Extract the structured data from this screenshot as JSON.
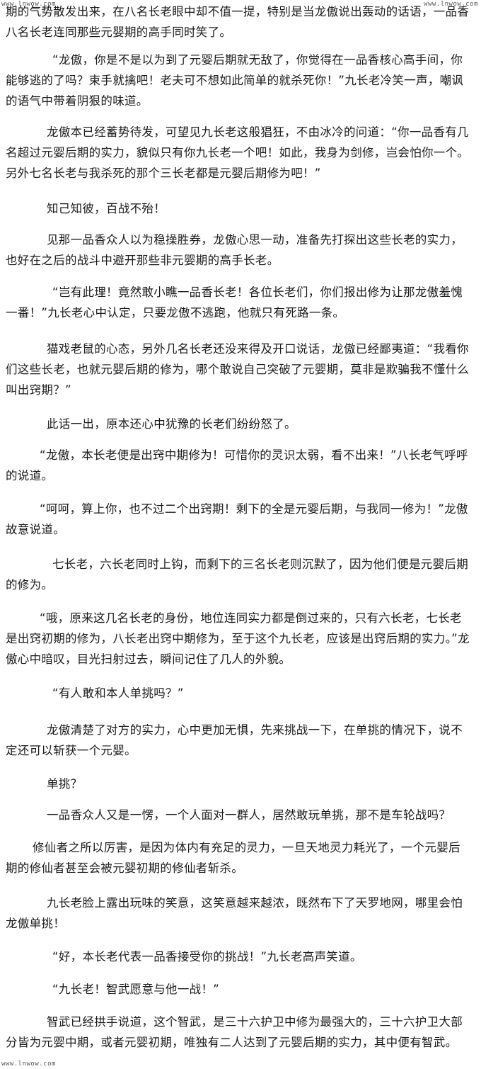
{
  "watermark": {
    "top_left": "www.lnwow.com",
    "top_right": "www.lnwow.com",
    "bottom_left": "www.lnwow.com"
  },
  "paragraphs": [
    "期的气势散发出来，在八名长老眼中却不值一提，特别是当龙傲说出轰动的话语，一品香八名长老连同那些元婴期的高手同时笑了。",
    "“龙傲，你是不是以为到了元婴后期就无敌了，你觉得在一品香核心高手间，你能够逃的了吗？束手就擒吧！老夫可不想如此简单的就杀死你！”九长老冷笑一声，嘲讽的语气中带着阴狠的味道。",
    "龙傲本已经蓄势待发，可望见九长老这般猖狂，不由冰冷的问道：“你一品香有几名超过元婴后期的实力，貌似只有你九长老一个吧！如此，我身为剑修，岂会怕你一个。另外七名长老与我杀死的那个三长老都是元婴后期修为吧！”",
    "知己知彼，百战不殆！",
    "见那一品香众人以为稳操胜券，龙傲心思一动，准备先打探出这些长老的实力，也好在之后的战斗中避开那些非元婴期的高手长老。",
    "“岂有此理！竟然敢小瞧一品香长老！各位长老们，你们报出修为让那龙傲羞愧一番！”九长老心中认定，只要龙傲不逃跑，他就只有死路一条。",
    "猫戏老鼠的心态，另外几名长老还没来得及开口说话，龙傲已经鄙夷道：“我看你们这些长老，也就元婴后期的修为，哪个敢说自己突破了元婴期，莫非是欺骗我不懂什么叫出窍期？”",
    "此话一出，原本还心中犹豫的长老们纷纷怒了。",
    "“龙傲，本长老便是出窍中期修为！可惜你的灵识太弱，看不出来！”八长老气呼呼的说道。",
    "“呵呵，算上你，也不过二个出窍期！剩下的全是元婴后期，与我同一修为！”龙傲故意说道。",
    "七长老，六长老同时上钩，而剩下的三名长老则沉默了，因为他们便是元婴后期的修为。",
    "“哦，原来这几名长老的身份，地位连同实力都是倒过来的，只有六长老，七长老是出窍初期的修为，八长老出窍中期修为，至于这个九长老，应该是出窍后期的实力。”龙傲心中暗叹，目光扫射过去，瞬间记住了几人的外貌。",
    "“有人敢和本人单挑吗？”",
    "龙傲清楚了对方的实力，心中更加无惧，先来挑战一下，在单挑的情况下，说不定还可以斩获一个元婴。",
    "单挑？",
    "一品香众人又是一愣，一个人面对一群人，居然敢玩单挑，那不是车轮战吗？",
    "修仙者之所以厉害，是因为体内有充足的灵力，一旦天地灵力耗光了，一个元婴后期的修仙者甚至会被元婴初期的修仙者斩杀。",
    "九长老脸上露出玩味的笑意，这笑意越来越浓，既然布下了天罗地网，哪里会怕龙傲单挑！",
    "“好，本长老代表一品香接受你的挑战！”九长老高声笑道。",
    "“九长老！智武愿意与他一战！”",
    "智武已经拱手说道，这个智武，是三十六护卫中修为最强大的，三十六护卫大部分皆为元婴中期，或者元婴初期，唯独有二人达到了元婴后期的实力，其中便有智武。"
  ]
}
